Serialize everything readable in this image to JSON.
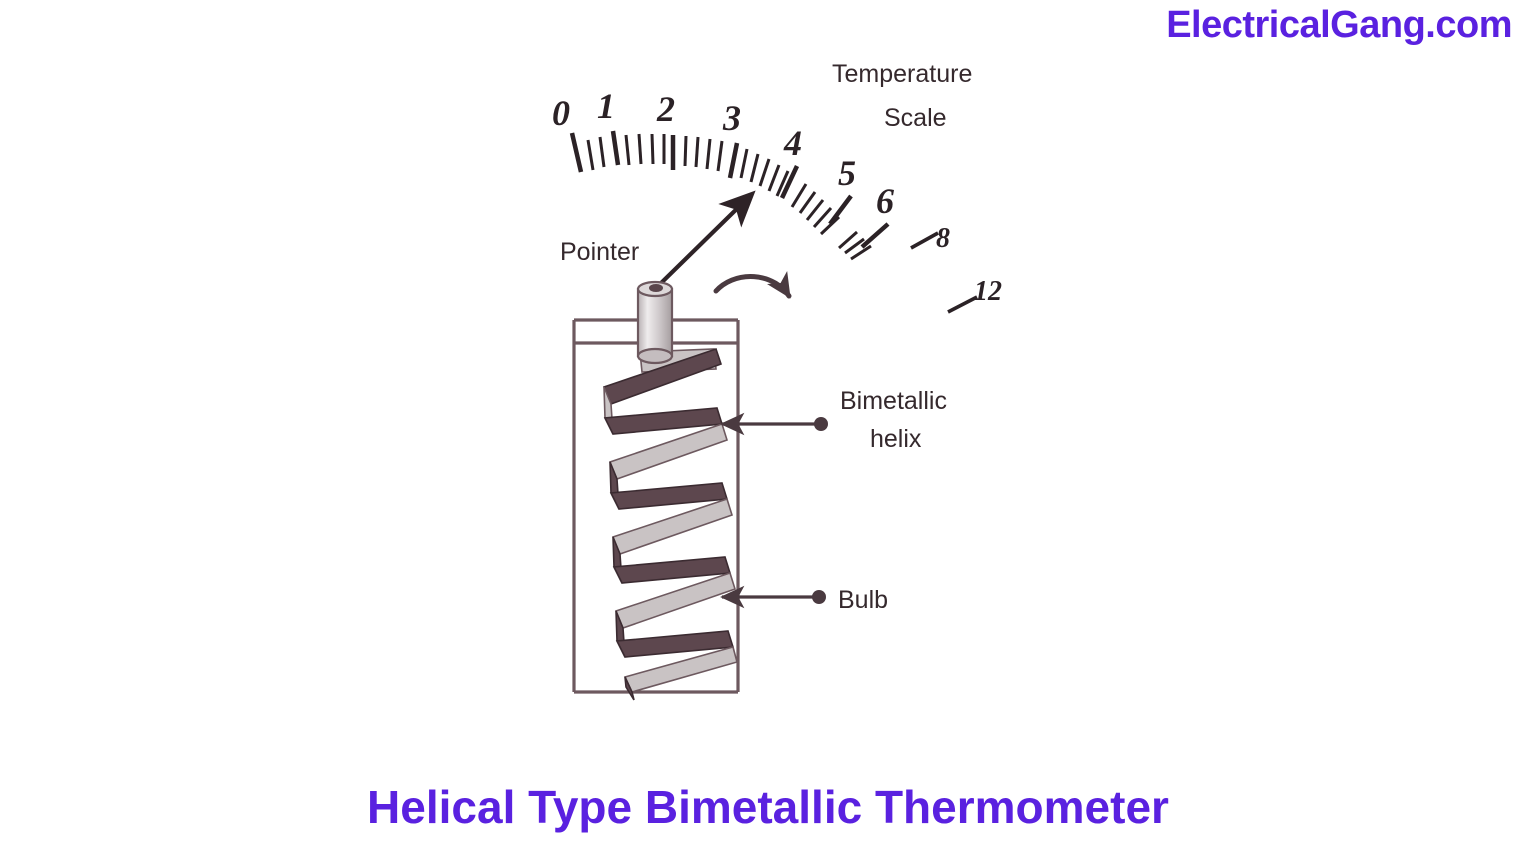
{
  "watermark": {
    "text": "ElectricalGang.com",
    "color": "#5a21e0"
  },
  "caption": {
    "text": "Helical Type Bimetallic Thermometer",
    "color": "#5a21e0"
  },
  "diagram": {
    "title": "Helical Type Bimetallic Thermometer",
    "background": "#ffffff",
    "labels": {
      "temperature_scale_line1": "Temperature",
      "temperature_scale_line2": "Scale",
      "pointer": "Pointer",
      "bimetallic_line1": "Bimetallic",
      "bimetallic_line2": "helix",
      "bulb": "Bulb"
    },
    "scale": {
      "major_labels": [
        "0",
        "1",
        "2",
        "3",
        "4",
        "5",
        "6"
      ],
      "outer_labels": [
        "8",
        "12"
      ],
      "tick_color": "#2b2226"
    },
    "colors": {
      "helix_dark": "#5d474e",
      "helix_light": "#c9c3c4",
      "outline": "#6d595f",
      "ink": "#35292d"
    }
  }
}
